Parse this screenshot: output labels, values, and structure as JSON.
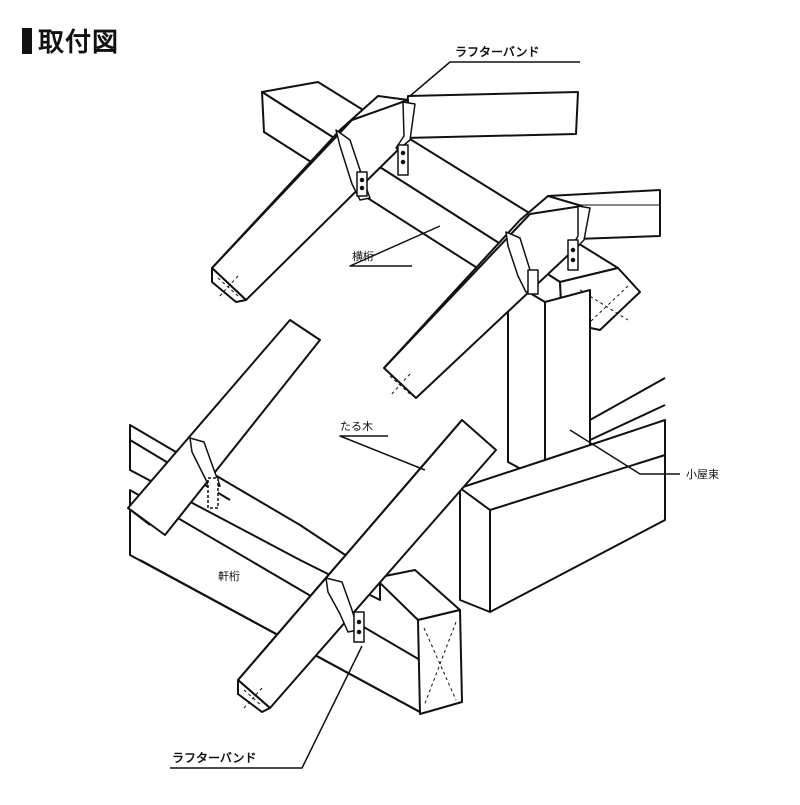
{
  "header": {
    "title": "取付図"
  },
  "labels": {
    "rafter_band_top": "ラフターバンド",
    "rafter_band_bottom": "ラフターバンド",
    "moya_keta": "横桁",
    "taruki": "たる木",
    "koya_tsuka": "小屋束",
    "noki_keta": "軒桁"
  },
  "colors": {
    "line": "#111111",
    "fill": "#ffffff",
    "band": "#999999"
  }
}
